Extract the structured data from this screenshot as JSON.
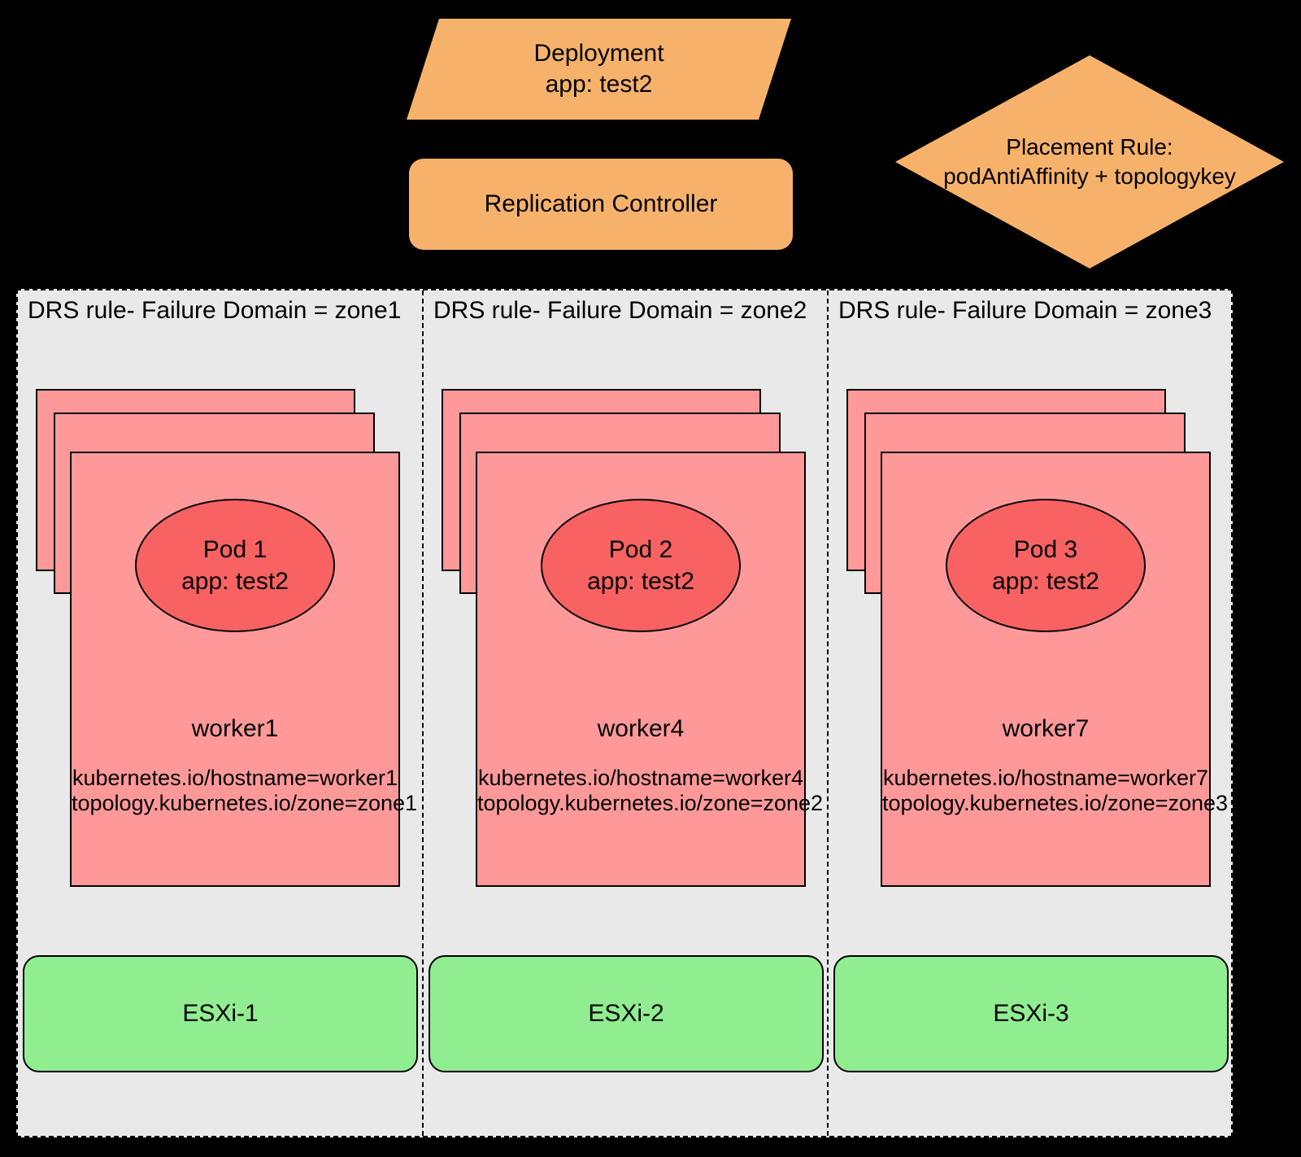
{
  "top_shapes": {
    "deployment": {
      "line1": "Deployment",
      "line2": "app: test2"
    },
    "replication_controller": {
      "label": "Replication Controller"
    },
    "placement_rule": {
      "line1": "Placement Rule:",
      "line2": "podAntiAffinity + topologykey"
    }
  },
  "zones": [
    {
      "drs_rule": "DRS rule- Failure Domain = zone1",
      "pod_name": "Pod 1",
      "pod_app": "app: test2",
      "worker_name": "worker1",
      "hostname_label": "kubernetes.io/hostname=worker1",
      "zone_label": "topology.kubernetes.io/zone=zone1",
      "esxi_label": "ESXi-1"
    },
    {
      "drs_rule": "DRS rule- Failure Domain = zone2",
      "pod_name": "Pod 2",
      "pod_app": "app: test2",
      "worker_name": "worker4",
      "hostname_label": "kubernetes.io/hostname=worker4",
      "zone_label": "topology.kubernetes.io/zone=zone2",
      "esxi_label": "ESXi-2"
    },
    {
      "drs_rule": "DRS rule- Failure Domain = zone3",
      "pod_name": "Pod 3",
      "pod_app": "app: test2",
      "worker_name": "worker7",
      "hostname_label": "kubernetes.io/hostname=worker7",
      "zone_label": "topology.kubernetes.io/zone=zone3",
      "esxi_label": "ESXi-3"
    }
  ],
  "colors": {
    "orange_shape": "#f6b26b",
    "pink_card": "#ff9999",
    "red_pod": "#f96262",
    "green_esxi": "#90ee90",
    "panel_background": "#e9e9e9",
    "background": "#000000"
  }
}
